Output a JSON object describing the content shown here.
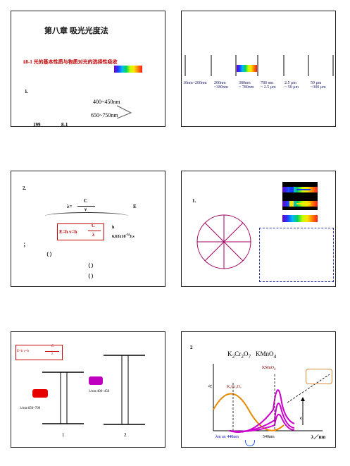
{
  "slide1": {
    "title": "第八章  吸光光度法",
    "section": "§8-1  光的基本性质与物质对光的选择性吸收",
    "item": "1.",
    "range1": "400~450nm",
    "range2": "650~750nm",
    "footer_left": "199",
    "footer_right": "8-1"
  },
  "slide2": {
    "labels": [
      "10nm~200nm",
      "200nm\n~380nm",
      "380nm\n~ 780nm",
      "780 nm\n~ 2.5 μm",
      "2.5 μm\n~ 50 μm",
      "50 μm\n~300 μm"
    ]
  },
  "slide3": {
    "item": "2.",
    "lambda": "λ=",
    "c": "C",
    "nu": "ν",
    "e_sym": "E",
    "formula": "E=h ν=h",
    "c2": "C",
    "lambda2": "λ",
    "h": "h",
    "hval": "6.63x10",
    "hexp": "-34",
    "hunit": "J.s",
    "semicolon": "；",
    "p1": "（          ）",
    "p2": "（          ）",
    "p3": "（          ）"
  },
  "slide4": {
    "item": "1."
  },
  "slide5": {
    "formula_lhs": "E=h ν=h",
    "c": "C",
    "lambda": "λ",
    "label_right": "λ/nm:400~450",
    "label_left": "λ/nm:650~700",
    "n1": "1",
    "n2": "2"
  },
  "slide6": {
    "item": "2",
    "title_a": "K",
    "title_a_sub": "2",
    "title_b": "Cr",
    "title_b_sub": "2",
    "title_c": "O",
    "title_c_sub": "7",
    "title_d": "KMnO",
    "title_d_sub": "4",
    "kmno4": "KMnO",
    "kmno4_sub": "4",
    "kcr": "K₂Cr₂O₇",
    "ylabel": "A",
    "xlabel": "λ／nm",
    "c_label": "c",
    "x1": "λm ax 440nm",
    "x2": "540nm"
  }
}
